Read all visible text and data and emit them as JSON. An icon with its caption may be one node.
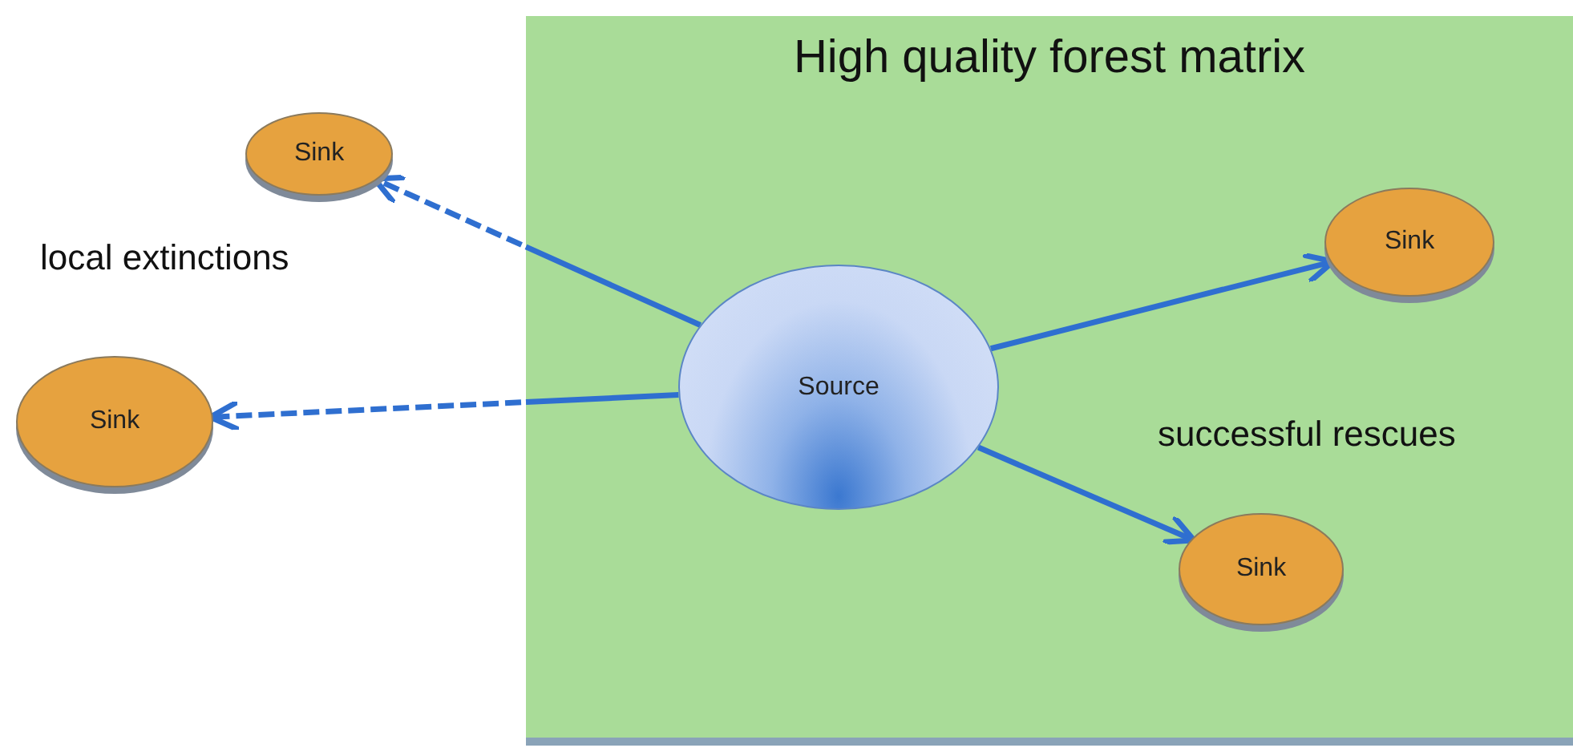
{
  "diagram": {
    "nodes": [
      {
        "text": [
          "High quality forest matrix"
        ]
      },
      {
        "text": [
          "Source"
        ],
        "in": 0
      },
      {
        "text": [
          "Sink"
        ]
      },
      {
        "text": [
          "Sink"
        ]
      },
      {
        "text": [
          "Sink"
        ],
        "in": 0
      },
      {
        "text": [
          "Sink"
        ],
        "in": 0
      }
    ],
    "edges": [
      {
        "from": 1,
        "to": 2,
        "arrow": "to",
        "style": "dashed"
      },
      {
        "from": 1,
        "to": 3,
        "arrow": "to",
        "style": "dashed"
      },
      {
        "from": 1,
        "to": 4,
        "arrow": "to"
      },
      {
        "from": 1,
        "to": 5,
        "arrow": "to"
      }
    ],
    "labels": [
      "local extinctions",
      "successful rescues"
    ]
  }
}
